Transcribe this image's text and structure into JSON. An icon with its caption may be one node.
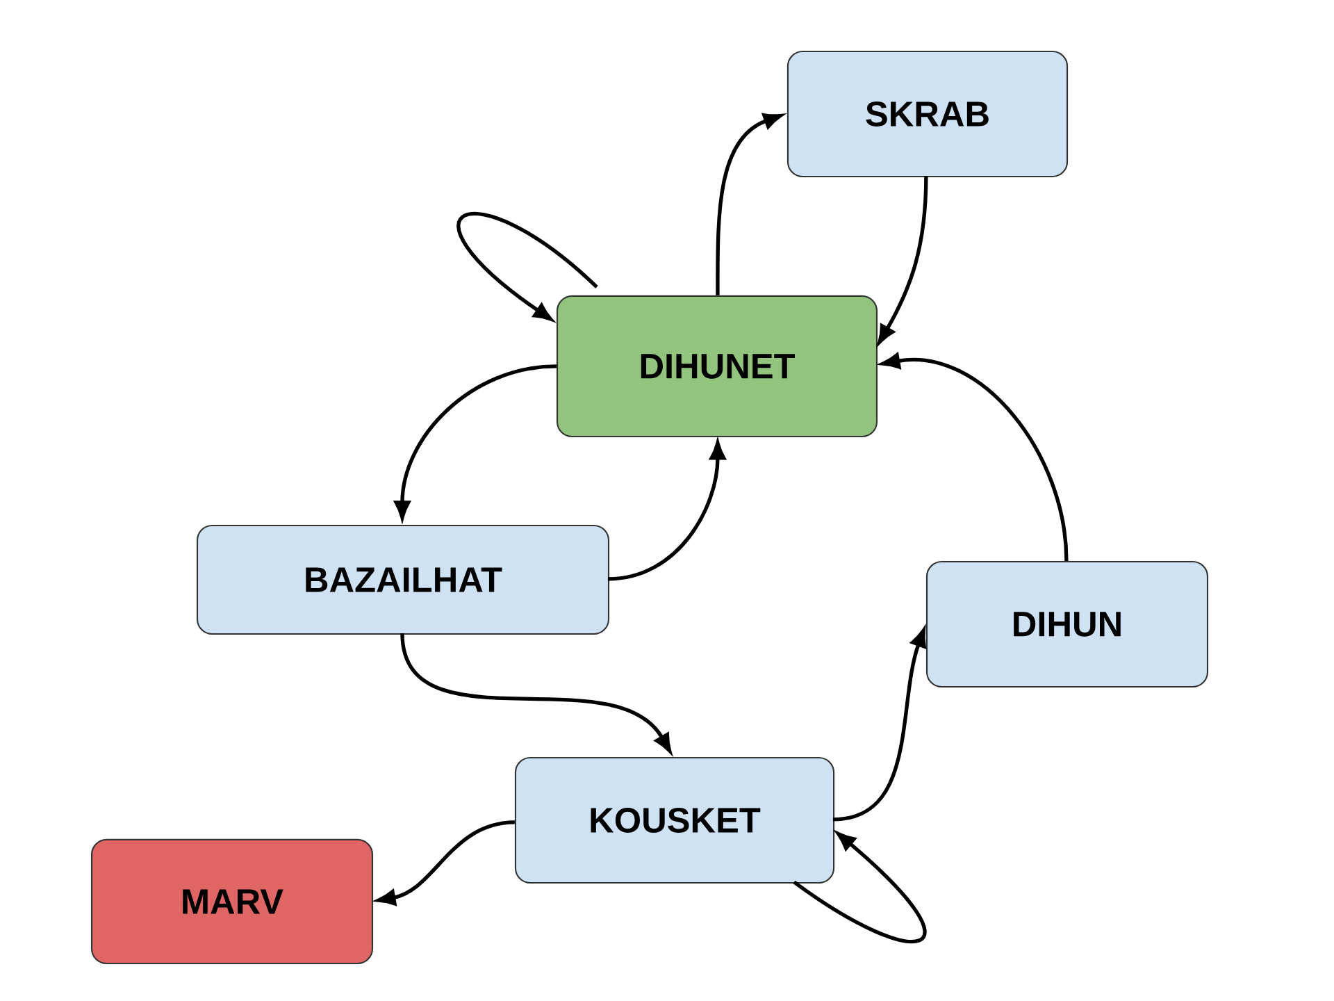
{
  "diagram": {
    "nodes": [
      {
        "text": [
          "SKRAB"
        ]
      },
      {
        "text": [
          "DIHUNET"
        ]
      },
      {
        "text": [
          "BAZAILHAT"
        ]
      },
      {
        "text": [
          "DIHUN"
        ]
      },
      {
        "text": [
          "KOUSKET"
        ]
      },
      {
        "text": [
          "MARV"
        ]
      }
    ],
    "edges": [
      {
        "from": 1,
        "to": 1,
        "arrow": "to"
      },
      {
        "from": 1,
        "to": 0,
        "arrow": "to"
      },
      {
        "from": 0,
        "to": 1,
        "arrow": "to"
      },
      {
        "from": 1,
        "to": 2,
        "arrow": "to"
      },
      {
        "from": 2,
        "to": 1,
        "arrow": "to"
      },
      {
        "from": 2,
        "to": 4,
        "arrow": "to"
      },
      {
        "from": 3,
        "to": 1,
        "arrow": "to"
      },
      {
        "from": 4,
        "to": 3,
        "arrow": "to"
      },
      {
        "from": 4,
        "to": 4,
        "arrow": "to"
      },
      {
        "from": 4,
        "to": 5,
        "arrow": "to"
      }
    ]
  }
}
